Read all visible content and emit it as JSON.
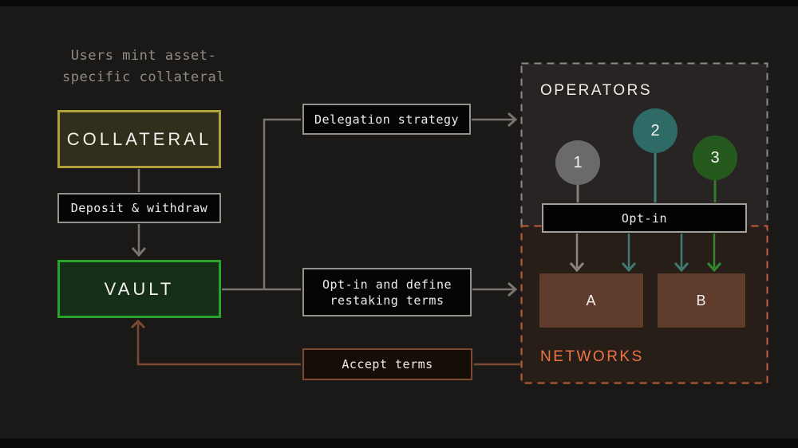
{
  "caption": {
    "text": "Users mint asset-\nspecific collateral"
  },
  "flow": {
    "collateral_label": "COLLATERAL",
    "deposit_label": "Deposit & withdraw",
    "vault_label": "VAULT",
    "delegation_label": "Delegation strategy",
    "restaking_label": "Opt-in and define\nrestaking terms",
    "accept_label": "Accept terms"
  },
  "operators": {
    "title": "OPERATORS",
    "optin_label": "Opt-in",
    "nodes": [
      {
        "label": "1",
        "color": "#6a6a6a"
      },
      {
        "label": "2",
        "color": "#2e6b67"
      },
      {
        "label": "3",
        "color": "#26591e"
      }
    ]
  },
  "networks": {
    "title": "NETWORKS",
    "items": [
      {
        "label": "A"
      },
      {
        "label": "B"
      }
    ]
  },
  "colors": {
    "background": "#1b1918",
    "collateral_border": "#b2a23c",
    "vault_border": "#28a32c",
    "gray_line": "#787470",
    "brown_line": "#7c4a33",
    "teal_line": "#3f7a73",
    "green_line": "#2f8a33",
    "operators_dash": "#8c8a86",
    "operators_fill": "#272423",
    "networks_dash": "#bf5f3d",
    "networks_fill": "#281e18",
    "networks_title": "#ee7448",
    "network_box_fill": "#5f3c2b"
  }
}
